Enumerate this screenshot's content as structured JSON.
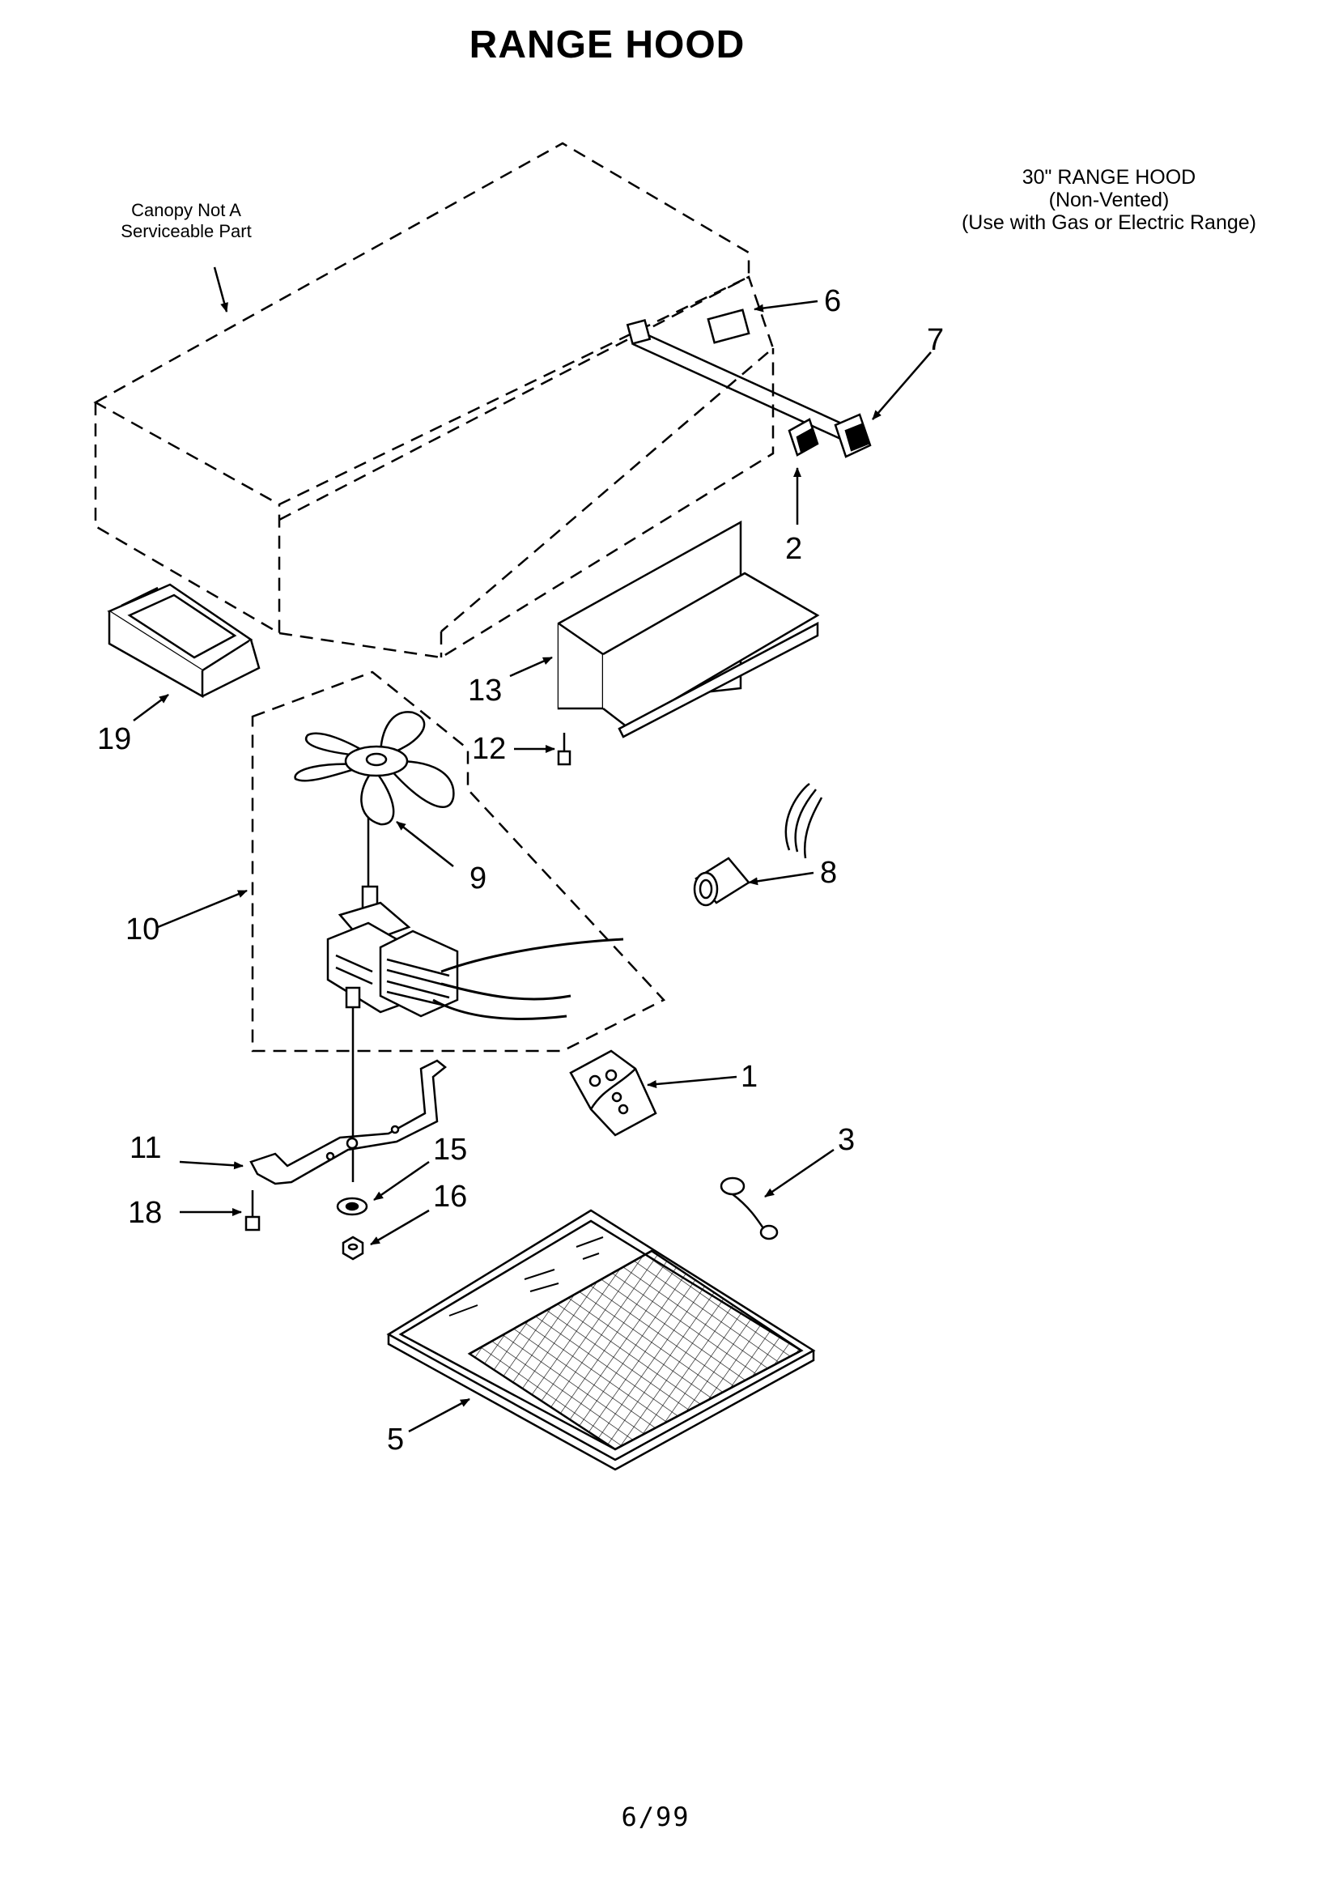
{
  "title": "RANGE HOOD",
  "model": {
    "line1": "30\" RANGE HOOD",
    "line2": "(Non-Vented)",
    "line3": "(Use with Gas or Electric Range)"
  },
  "canopy_note": {
    "line1": "Canopy Not A",
    "line2": "Serviceable Part"
  },
  "callouts": {
    "c1": "1",
    "c2": "2",
    "c3": "3",
    "c5": "5",
    "c6": "6",
    "c7": "7",
    "c8": "8",
    "c9": "9",
    "c10": "10",
    "c11": "11",
    "c12": "12",
    "c13": "13",
    "c15": "15",
    "c16": "16",
    "c18": "18",
    "c19": "19"
  },
  "footer": "6/99"
}
